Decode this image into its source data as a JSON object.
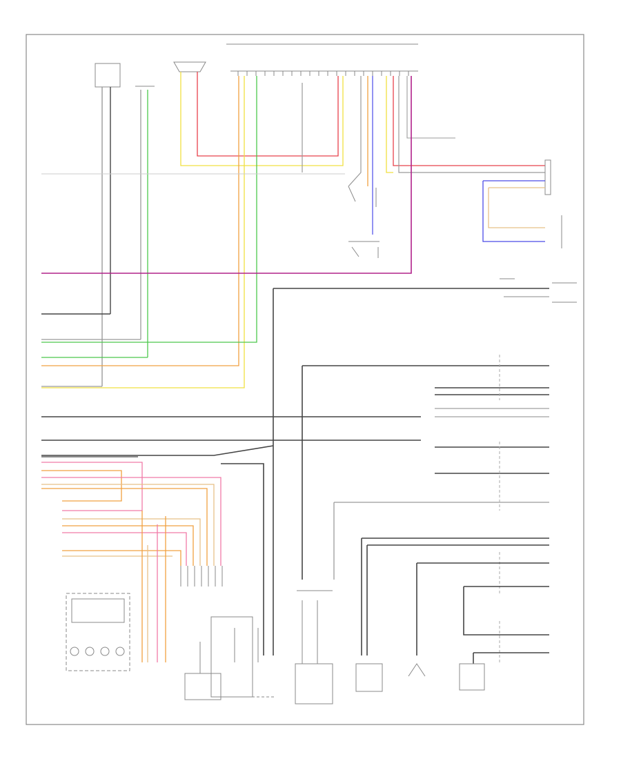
{
  "diagram": {
    "footer_code": "",
    "colors": {
      "frame": "#888888",
      "wire_black": "#444444",
      "wire_gray": "#9a9a9a",
      "wire_red": "#e8404a",
      "wire_pink": "#f07aa8",
      "wire_magenta": "#b0208a",
      "wire_green": "#4cc84c",
      "wire_yellow": "#f0e040",
      "wire_orange": "#f0a040",
      "wire_tan": "#e8c088",
      "wire_blue": "#4a4ae8",
      "wire_violet": "#9a5ae0",
      "wire_lightblue": "#6ab0f0"
    },
    "components": [
      {
        "id": "top-left-switch",
        "kind": "module"
      },
      {
        "id": "telephone-module",
        "kind": "module"
      },
      {
        "id": "horn-assembly",
        "kind": "module"
      },
      {
        "id": "main-connector",
        "kind": "connector"
      },
      {
        "id": "left-front-switch",
        "kind": "switch"
      },
      {
        "id": "left-outer-switch",
        "kind": "switch"
      },
      {
        "id": "right-front-speaker",
        "kind": "speaker"
      },
      {
        "id": "right-rear-speaker",
        "kind": "speaker"
      },
      {
        "id": "instrument-cluster",
        "kind": "module"
      },
      {
        "id": "steering-wheel-controls",
        "kind": "module"
      },
      {
        "id": "navigation-unit",
        "kind": "module"
      },
      {
        "id": "amp-module",
        "kind": "module"
      },
      {
        "id": "control-unit",
        "kind": "module"
      },
      {
        "id": "left-rear-speaker",
        "kind": "speaker"
      },
      {
        "id": "rear-antenna",
        "kind": "antenna"
      },
      {
        "id": "right-rear-antenna",
        "kind": "antenna"
      }
    ]
  }
}
